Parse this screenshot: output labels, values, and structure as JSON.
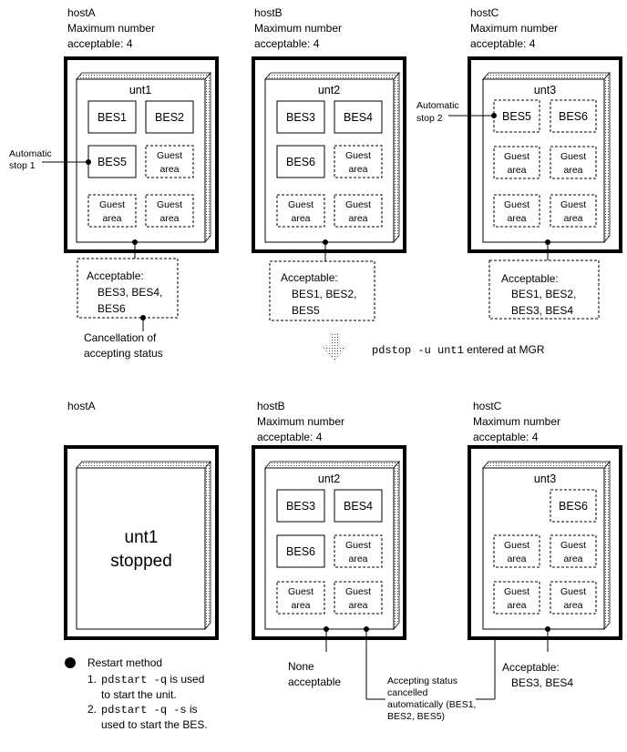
{
  "top": {
    "hostA": {
      "name": "hostA",
      "max1": "Maximum number",
      "max2": "acceptable: 4",
      "unit": "unt1"
    },
    "hostB": {
      "name": "hostB",
      "max1": "Maximum number",
      "max2": "acceptable: 4",
      "unit": "unt2"
    },
    "hostC": {
      "name": "hostC",
      "max1": "Maximum number",
      "max2": "acceptable: 4",
      "unit": "unt3"
    },
    "bes": {
      "bes1": "BES1",
      "bes2": "BES2",
      "bes3": "BES3",
      "bes4": "BES4",
      "bes5": "BES5",
      "bes6": "BES6"
    },
    "guest_line1": "Guest",
    "guest_line2": "area",
    "auto_stop1": [
      "Automatic",
      "stop 1"
    ],
    "auto_stop2": [
      "Automatic",
      "stop 2"
    ],
    "acceptA": [
      "Acceptable:",
      "BES3, BES4,",
      "BES6"
    ],
    "acceptB": [
      "Acceptable:",
      "BES1, BES2,",
      "BES5"
    ],
    "acceptC": [
      "Acceptable:",
      "BES1, BES2,",
      "BES3, BES4"
    ],
    "cancellation": [
      "Cancellation of",
      "accepting status"
    ]
  },
  "transition": {
    "command": "pdstop -u unt1",
    "suffix": " entered at MGR"
  },
  "bottom": {
    "hostA": {
      "name": "hostA",
      "stopped1": "unt1",
      "stopped2": "stopped"
    },
    "hostB": {
      "name": "hostB",
      "max1": "Maximum number",
      "max2": "acceptable: 4",
      "unit": "unt2"
    },
    "hostC": {
      "name": "hostC",
      "max1": "Maximum number",
      "max2": "acceptable: 4",
      "unit": "unt3"
    },
    "none_acceptable": [
      "None",
      "acceptable"
    ],
    "auto_cancel": [
      "Accepting status",
      "cancelled",
      "automatically (BES1,",
      "BES2, BES5)"
    ],
    "acceptC": [
      "Acceptable:",
      "BES3, BES4"
    ],
    "restart": {
      "title": "Restart method",
      "step1_num": "1.",
      "step1_cmd": "pdstart -q",
      "step1_rest": " is used",
      "step1_line2": "to start the unit.",
      "step2_num": "2.",
      "step2_cmd": "pdstart -q -s",
      "step2_rest": " is",
      "step2_line2": "used to start the BES."
    }
  }
}
